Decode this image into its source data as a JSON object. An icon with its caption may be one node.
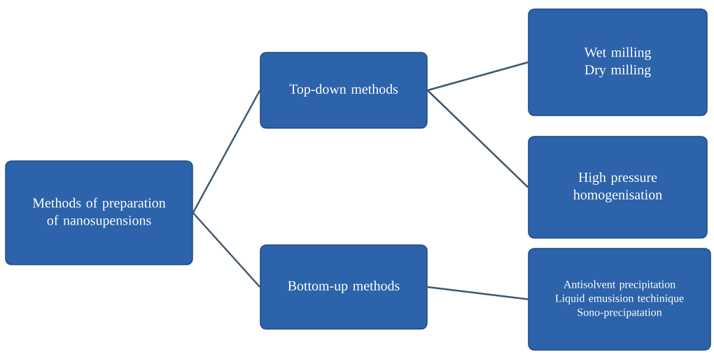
{
  "diagram": {
    "nodes": [
      {
        "text": [
          "Methods of preparation of nanosupensions"
        ]
      },
      {
        "text": [
          "Top-down methods"
        ]
      },
      {
        "text": [
          "Wet milling",
          "Dry milling"
        ]
      },
      {
        "text": [
          "High pressure homogenisation"
        ]
      },
      {
        "text": [
          "Bottom-up methods"
        ]
      },
      {
        "text": [
          "Antisolvent precipitation",
          "Liquid emusision techinique",
          "Sono-precipatation"
        ]
      }
    ],
    "edges": [
      {
        "from": 0,
        "to": 1,
        "arrow": "none"
      },
      {
        "from": 0,
        "to": 4,
        "arrow": "none"
      },
      {
        "from": 1,
        "to": 2,
        "arrow": "none"
      },
      {
        "from": 1,
        "to": 3,
        "arrow": "none"
      },
      {
        "from": 4,
        "to": 5,
        "arrow": "none"
      }
    ]
  }
}
